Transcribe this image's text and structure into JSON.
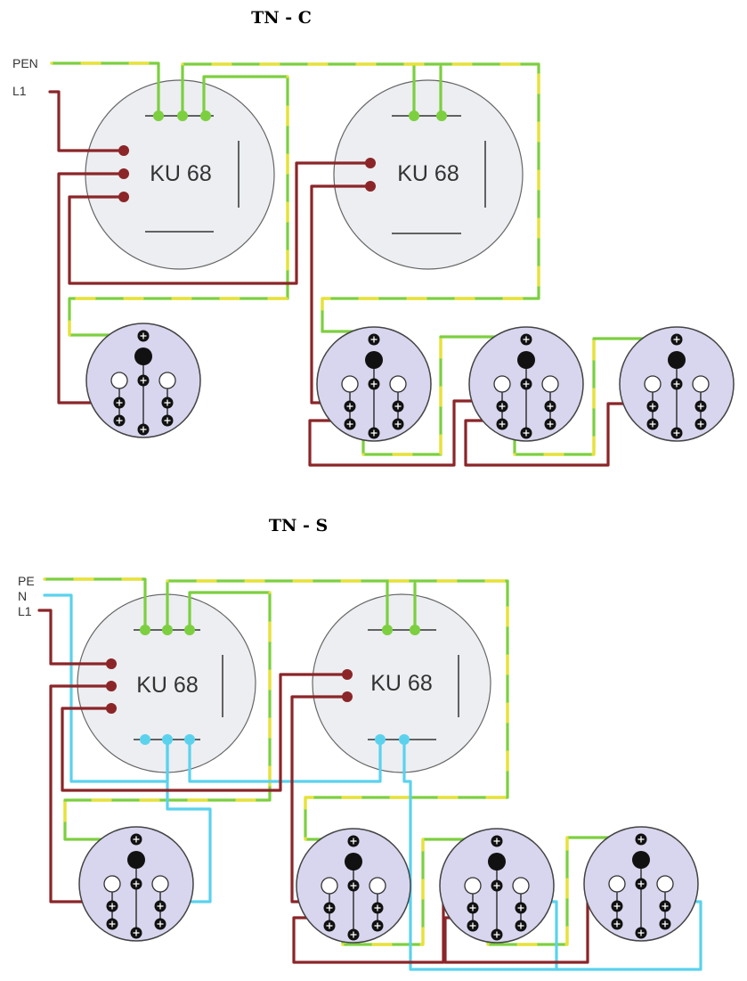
{
  "sections": [
    {
      "title": "TN - C",
      "wire_labels": [
        "PEN",
        "L1"
      ],
      "junction_boxes": [
        {
          "label": "KU 68"
        },
        {
          "label": "KU 68"
        }
      ],
      "socket_count": 4
    },
    {
      "title": "TN - S",
      "wire_labels": [
        "PE",
        "N",
        "L1"
      ],
      "junction_boxes": [
        {
          "label": "KU 68"
        },
        {
          "label": "KU 68"
        }
      ],
      "socket_count": 4
    }
  ],
  "colors": {
    "protective_earth": "#7ccf3f",
    "protective_earth_stripe": "#e9e233",
    "phase_l1": "#8b2528",
    "neutral_n": "#5ad2ee",
    "socket_body": "#d8d6ee",
    "junction_box": "#eceef1"
  }
}
